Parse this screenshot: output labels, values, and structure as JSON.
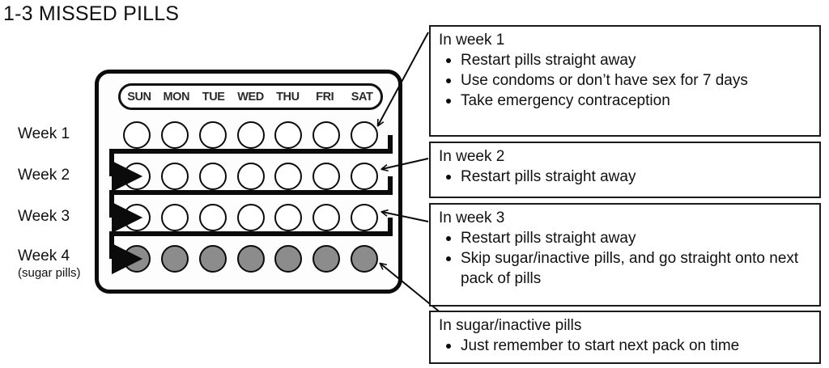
{
  "title": "1-3 MISSED PILLS",
  "pack": {
    "day_headers": [
      "SUN",
      "MON",
      "TUE",
      "WED",
      "THU",
      "FRI",
      "SAT"
    ],
    "week_labels": [
      {
        "name": "Week 1",
        "sub": ""
      },
      {
        "name": "Week 2",
        "sub": ""
      },
      {
        "name": "Week 3",
        "sub": ""
      },
      {
        "name": "Week 4",
        "sub": "(sugar pills)"
      }
    ],
    "rows": [
      {
        "week": "Week 1",
        "pill_type": "active",
        "count": 7
      },
      {
        "week": "Week 2",
        "pill_type": "active",
        "count": 7
      },
      {
        "week": "Week 3",
        "pill_type": "active",
        "count": 7
      },
      {
        "week": "Week 4",
        "pill_type": "sugar",
        "count": 7
      }
    ],
    "colors": {
      "active_pill_fill": "#ffffff",
      "sugar_pill_fill": "#8c8c8c",
      "outline": "#0b0b0b"
    }
  },
  "info_boxes": [
    {
      "heading": "In week 1",
      "items": [
        "Restart pills straight away",
        "Use condoms or don’t have sex for 7 days",
        "Take emergency contraception"
      ]
    },
    {
      "heading": "In week 2",
      "items": [
        "Restart pills straight away"
      ]
    },
    {
      "heading": "In week 3",
      "items": [
        "Restart pills straight away",
        "Skip sugar/inactive pills, and go straight onto next pack of pills"
      ]
    },
    {
      "heading": "In sugar/inactive pills",
      "items": [
        "Just remember to start next pack on time"
      ]
    }
  ]
}
